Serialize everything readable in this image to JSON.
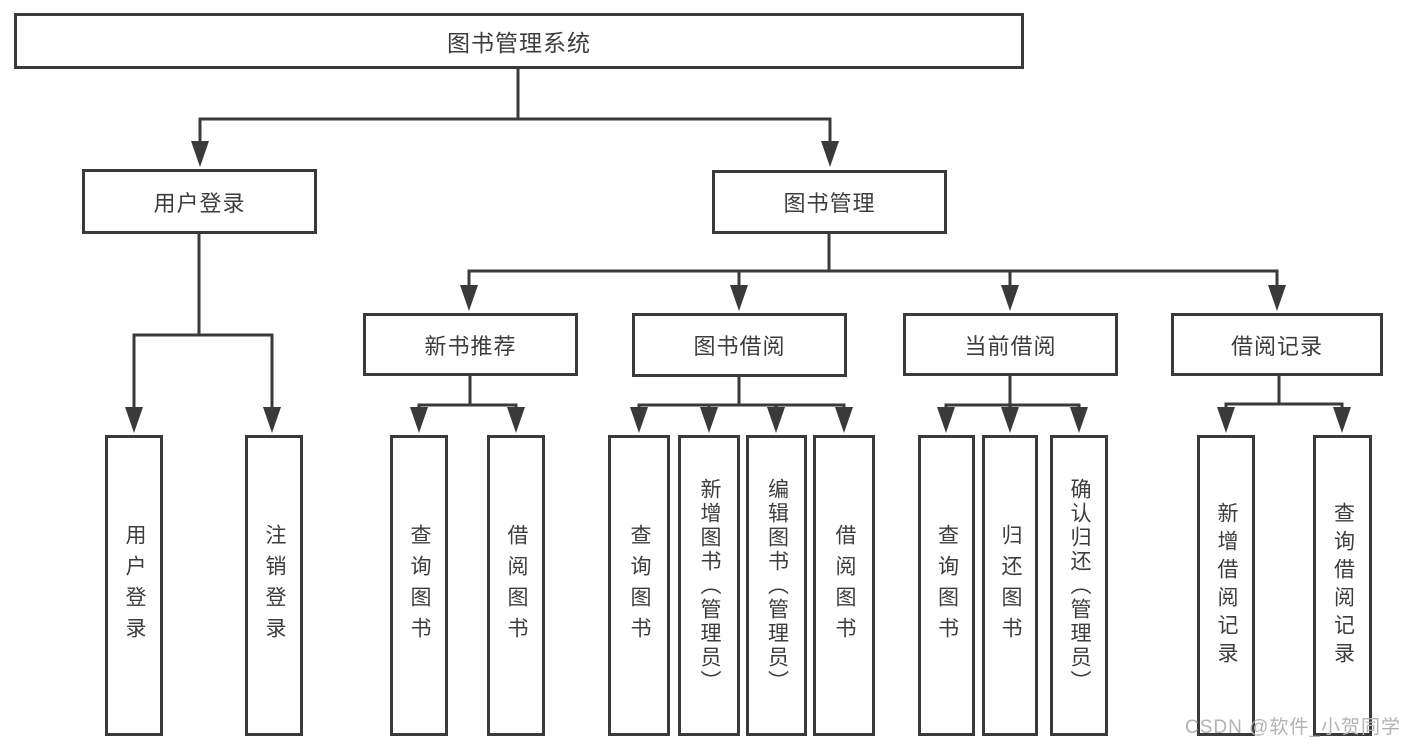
{
  "root": {
    "label": "图书管理系统"
  },
  "level2": [
    {
      "label": "用户登录"
    },
    {
      "label": "图书管理"
    }
  ],
  "level3": [
    {
      "label": "新书推荐",
      "parent": "图书管理"
    },
    {
      "label": "图书借阅",
      "parent": "图书管理"
    },
    {
      "label": "当前借阅",
      "parent": "图书管理"
    },
    {
      "label": "借阅记录",
      "parent": "图书管理"
    }
  ],
  "leaves": [
    {
      "label": "用户登录",
      "parent": "用户登录"
    },
    {
      "label": "注销登录",
      "parent": "用户登录"
    },
    {
      "label": "查询图书",
      "parent": "新书推荐"
    },
    {
      "label": "借阅图书",
      "parent": "新书推荐"
    },
    {
      "label": "查询图书",
      "parent": "图书借阅"
    },
    {
      "label": "新增图书（管理员）",
      "parent": "图书借阅"
    },
    {
      "label": "编辑图书（管理员）",
      "parent": "图书借阅"
    },
    {
      "label": "借阅图书",
      "parent": "图书借阅"
    },
    {
      "label": "查询图书",
      "parent": "当前借阅"
    },
    {
      "label": "归还图书",
      "parent": "当前借阅"
    },
    {
      "label": "确认归还（管理员）",
      "parent": "当前借阅"
    },
    {
      "label": "新增借阅记录",
      "parent": "借阅记录"
    },
    {
      "label": "查询借阅记录",
      "parent": "借阅记录"
    }
  ],
  "watermark": "CSDN @软件_小贺同学",
  "colors": {
    "line": "#3a3a3a",
    "text": "#3d3d3d",
    "watermark": "#b3b3b3",
    "background": "#ffffff"
  }
}
